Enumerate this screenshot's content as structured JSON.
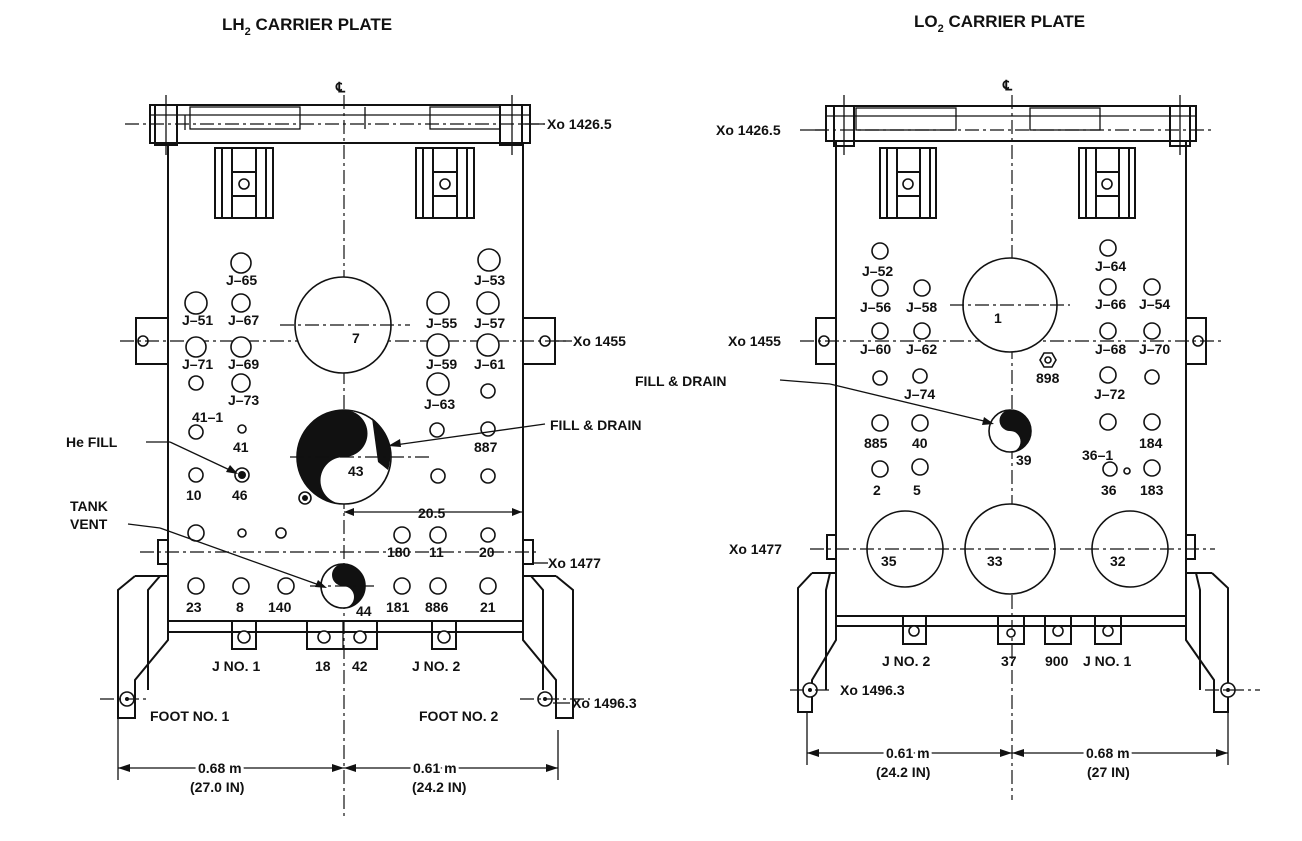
{
  "lh2": {
    "title": "LH",
    "title_sub": "2",
    "title_rest": " CARRIER PLATE",
    "centerline": "℄",
    "stations": [
      "Xo 1426.5",
      "Xo 1455",
      "Xo 1477",
      "Xo 1496.3"
    ],
    "callouts": {
      "fill_drain": "FILL & DRAIN",
      "he_fill": "He FILL",
      "tank_vent_1": "TANK",
      "tank_vent_2": "VENT"
    },
    "dim_20_5": "20.5",
    "connector_labels": [
      "J–65",
      "J–53",
      "J–51",
      "J–67",
      "J–55",
      "J–57",
      "J–71",
      "J–69",
      "J–59",
      "J–61",
      "J–73",
      "J–63",
      "41–1",
      "41",
      "887",
      "10",
      "46",
      "43",
      "7",
      "180",
      "11",
      "20",
      "23",
      "8",
      "140",
      "44",
      "181",
      "886",
      "21"
    ],
    "bottom": {
      "j1": "J NO. 1",
      "n18": "18",
      "n42": "42",
      "j2": "J NO. 2",
      "foot1": "FOOT NO. 1",
      "foot2": "FOOT NO. 2"
    },
    "dims": {
      "left_m": "0.68 m",
      "left_in": "(27.0 IN)",
      "right_m": "0.61 m",
      "right_in": "(24.2 IN)"
    }
  },
  "lo2": {
    "title": "LO",
    "title_sub": "2",
    "title_rest": " CARRIER PLATE",
    "centerline": "℄",
    "stations": [
      "Xo 1426.5",
      "Xo 1455",
      "Xo 1477",
      "Xo 1496.3"
    ],
    "callouts": {
      "fill_drain": "FILL & DRAIN"
    },
    "connector_labels": [
      "J–52",
      "J–64",
      "J–56",
      "J–58",
      "J–66",
      "J–54",
      "J–60",
      "J–62",
      "J–68",
      "J–70",
      "1",
      "898",
      "J–74",
      "J–72",
      "885",
      "40",
      "39",
      "184",
      "36–1",
      "2",
      "5",
      "36",
      "183",
      "35",
      "33",
      "32"
    ],
    "bottom": {
      "j2": "J NO. 2",
      "n37": "37",
      "n900": "900",
      "j1": "J NO. 1"
    },
    "dims": {
      "left_m": "0.61 m",
      "left_in": "(24.2 IN)",
      "right_m": "0.68 m",
      "right_in": "(27 IN)"
    }
  }
}
